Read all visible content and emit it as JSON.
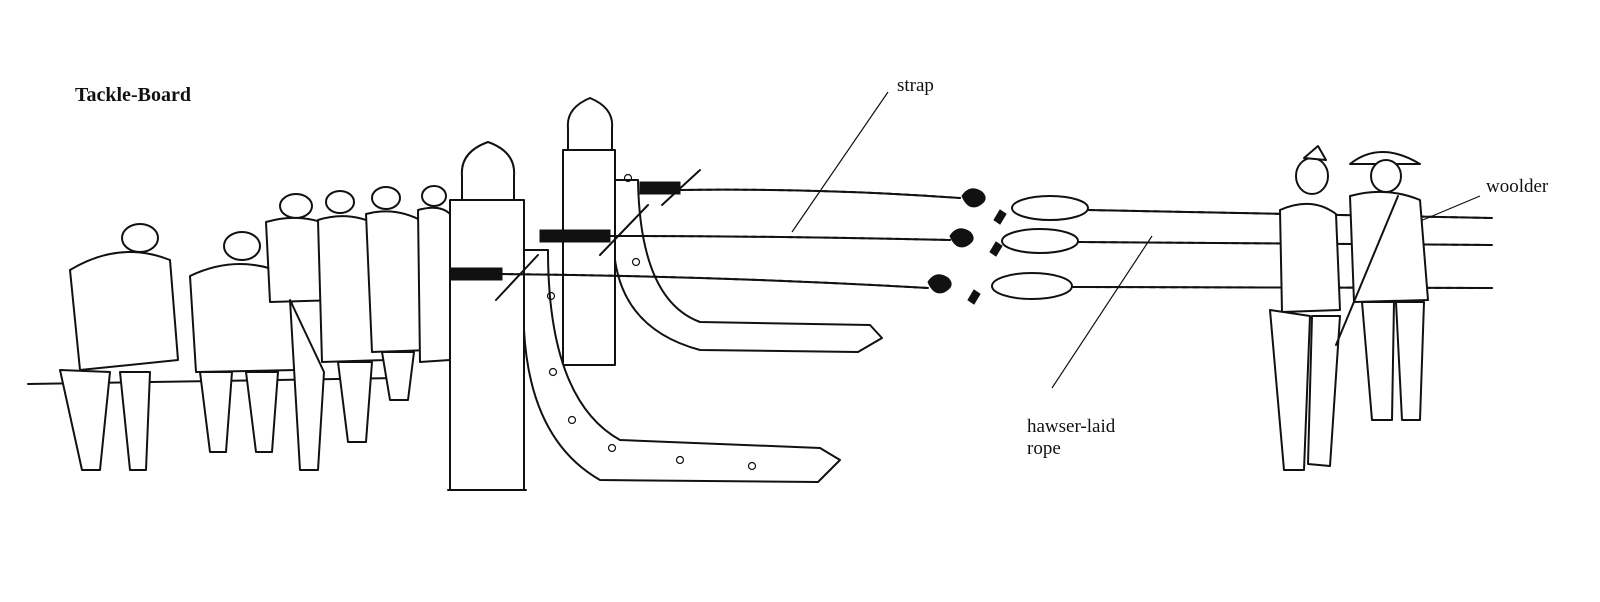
{
  "diagram": {
    "title": "Tackle-Board",
    "labels": {
      "strap": "strap",
      "hawser_line1": "hawser-laid",
      "hawser_line2": "rope",
      "woolder": "woolder"
    }
  },
  "colors": {
    "ink": "#111111",
    "paper": "#ffffff"
  }
}
